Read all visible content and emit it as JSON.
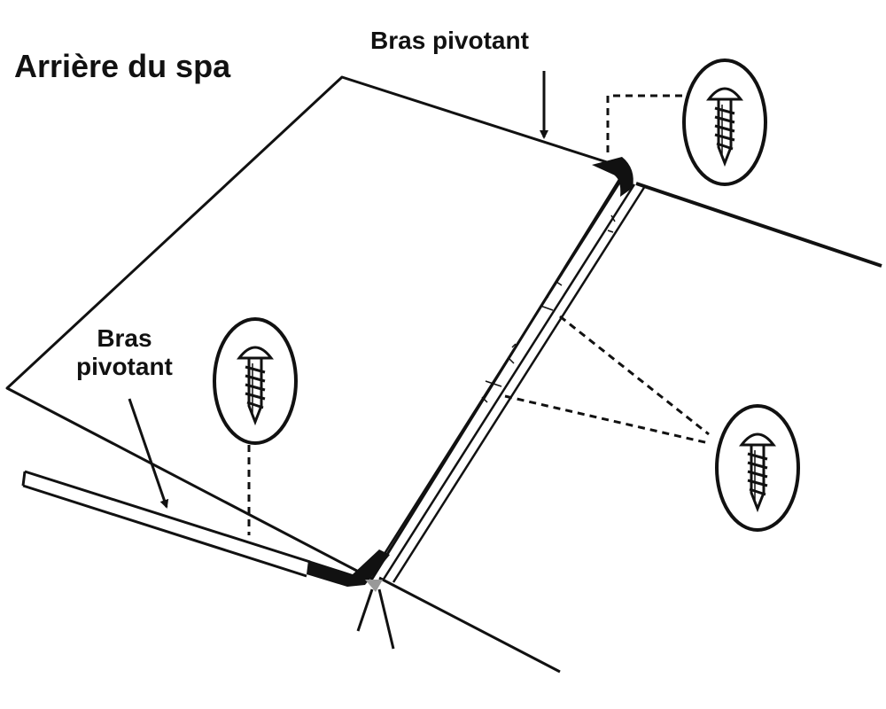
{
  "title": "Arrière du spa",
  "labels": {
    "swivel_arm_top": "Bras pivotant",
    "swivel_arm_left_line1": "Bras",
    "swivel_arm_left_line2": "pivotant"
  },
  "colors": {
    "ink": "#111111",
    "background": "#ffffff",
    "hinge_marker": "#999999"
  },
  "icons": [
    "screw-icon",
    "screw-icon",
    "screw-icon"
  ]
}
